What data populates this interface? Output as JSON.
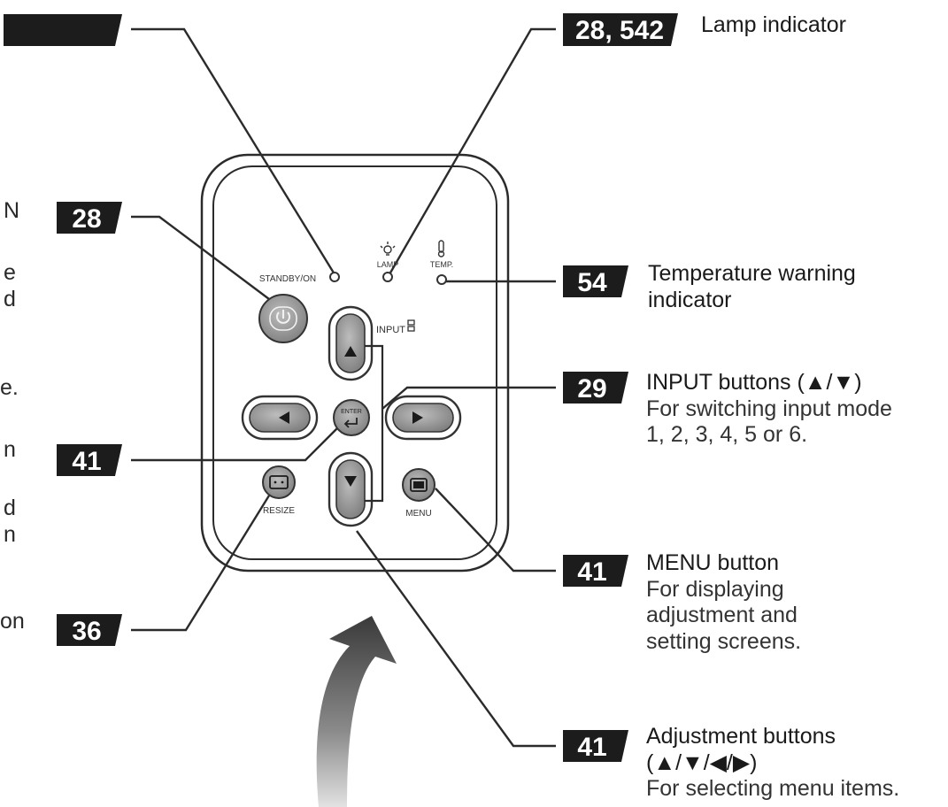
{
  "page_badges": {
    "standby": "",
    "power": "28",
    "lamp": "28, 542",
    "temp": "54",
    "input": "29",
    "enter": "41",
    "resize": "36",
    "menu": "41",
    "adjust": "41"
  },
  "panel_labels": {
    "standby_on": "STANDBY/ON",
    "lamp": "LAMP",
    "temp": "TEMP.",
    "input": "INPUT",
    "enter": "ENTER",
    "resize": "RESIZE",
    "menu": "MENU"
  },
  "callouts": {
    "lamp": {
      "title": "Lamp indicator"
    },
    "temp": {
      "lines": [
        "Temperature warning",
        "indicator"
      ]
    },
    "input": {
      "lines": [
        "INPUT buttons (▲/▼)",
        "For switching input mode",
        "1, 2, 3, 4, 5 or 6."
      ]
    },
    "menu": {
      "lines": [
        "MENU button",
        "For displaying",
        "adjustment and",
        "setting screens."
      ]
    },
    "adjust": {
      "lines": [
        "Adjustment buttons",
        "(▲/▼/◀/▶)",
        "For selecting menu items."
      ]
    }
  },
  "left_edge_fragments": [
    "N",
    "e",
    "d",
    "e.",
    "n",
    "d",
    "n",
    "on"
  ],
  "colors": {
    "badge": "#1c1c1c",
    "line": "#2b2b2b",
    "button_gray": "#8d8d8d",
    "arrow_top": "#3a3a3a",
    "arrow_bottom": "#d8d8d8"
  }
}
